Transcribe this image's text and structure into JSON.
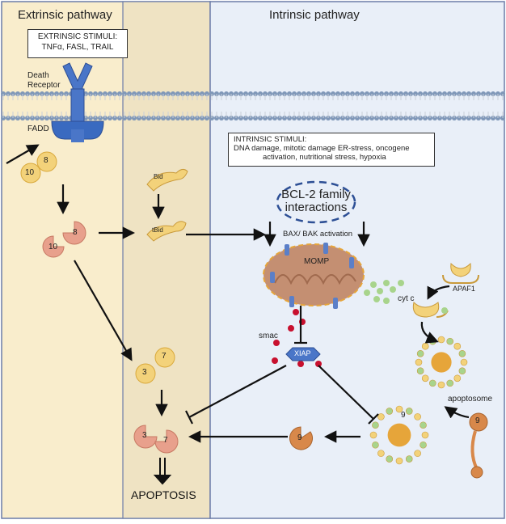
{
  "panels": {
    "extrinsic_title": "Extrinsic pathway",
    "intrinsic_title": "Intrinsic pathway"
  },
  "extrinsic_stimuli": {
    "heading": "EXTRINSIC STIMULI:",
    "items": "TNFα, FASL, TRAIL"
  },
  "intrinsic_stimuli": {
    "heading": "INTRINSIC STIMULI:",
    "line1": "DNA damage, mitotic damage ER-stress, oncogene",
    "line2": "activation, nutritional stress, hypoxia"
  },
  "labels": {
    "death_receptor_1": "Death",
    "death_receptor_2": "Receptor",
    "fadd": "FADD",
    "bid": "Bid",
    "tbid": "tBid",
    "bcl2_1": "BCL-2 family",
    "bcl2_2": "interactions",
    "bax_bak": "BAX/ BAK activation",
    "momp": "MOMP",
    "cytc": "cyt c",
    "apaf1": "APAF1",
    "smac": "smac",
    "xiap": "XIAP",
    "apoptosome": "apoptosome",
    "apoptosis": "APOPTOSIS"
  },
  "caspases": {
    "c8": "8",
    "c10": "10",
    "c3": "3",
    "c7": "7",
    "c9": "9"
  },
  "colors": {
    "extrinsic_bg": "#f9edcc",
    "intrinsic_bg": "#e9eff8",
    "middle_bg": "#efe6cf",
    "receptor": "#4a76c8",
    "mito": "#c48f72",
    "procaspase": "#f3d27a",
    "active_caspase": "#e8a08c",
    "caspase9": "#d8884a",
    "smac_dot": "#c8102e",
    "cytc_dot": "#a8d48c"
  }
}
